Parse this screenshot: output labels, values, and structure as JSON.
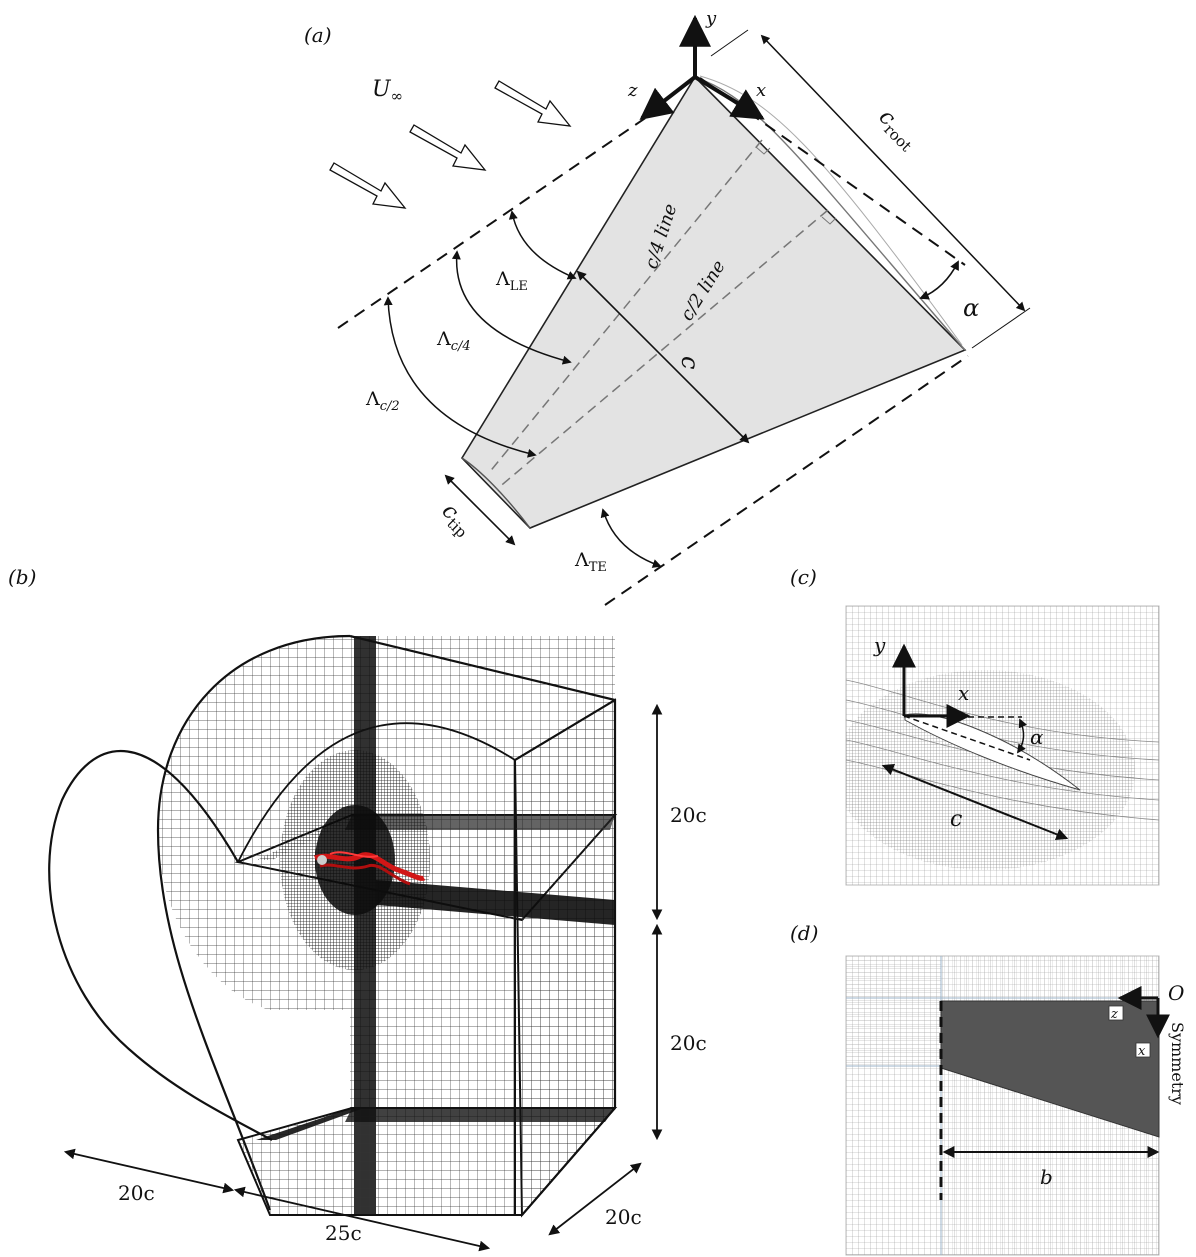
{
  "panels": {
    "a": "(a)",
    "b": "(b)",
    "c": "(c)",
    "d": "(d)"
  },
  "panel_a": {
    "freestream": "U",
    "freestream_sub": "∞",
    "axis_x": "x",
    "axis_y": "y",
    "axis_z": "z",
    "root_chord": "c",
    "root_chord_sub": "root",
    "tip_chord": "c",
    "tip_chord_sub": "tip",
    "chord": "c",
    "alpha": "α",
    "quarter_chord_line": "c/4 line",
    "half_chord_line": "c/2 line",
    "sweep_symbol": "Λ",
    "sweep_le_sub": "LE",
    "sweep_c4_sub": "c/4",
    "sweep_c2_sub": "c/2",
    "sweep_te_sub": "TE"
  },
  "panel_b": {
    "dim_upper": "20c",
    "dim_lower": "20c",
    "dim_upstream": "20c",
    "dim_downstream": "25c",
    "dim_span": "20c"
  },
  "panel_c": {
    "axis_x": "x",
    "axis_y": "y",
    "alpha": "α",
    "chord": "c"
  },
  "panel_d": {
    "origin": "O",
    "axis_z": "z",
    "axis_x": "x",
    "symmetry": "Symmetry",
    "span": "b"
  },
  "colors": {
    "wing_fill": "#e3e3e3",
    "mesh_line": "#222222",
    "vortex": "#d11616",
    "wing_dark": "#555555"
  }
}
